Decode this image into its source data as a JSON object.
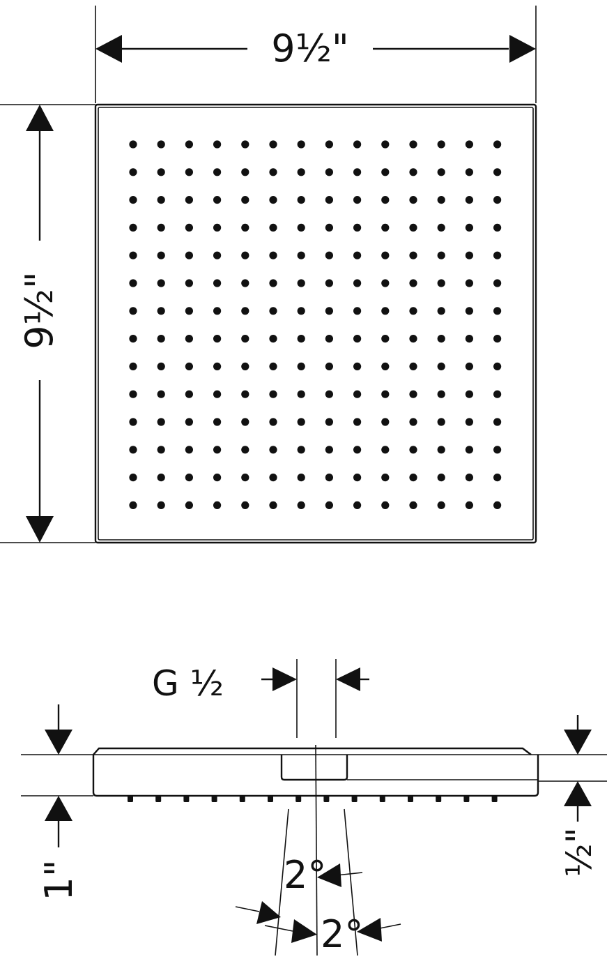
{
  "top_view": {
    "width_label": "9½\"",
    "height_label": "9½\"",
    "nozzle_rows": 14,
    "nozzle_cols": 14
  },
  "side_view": {
    "connection_label": "G ½",
    "height_label": "1\"",
    "rim_label": "½\"",
    "spray_angle_1": "2°",
    "spray_angle_2": "2°",
    "nozzle_count": 14
  },
  "colors": {
    "line": "#111111",
    "background": "#ffffff"
  }
}
